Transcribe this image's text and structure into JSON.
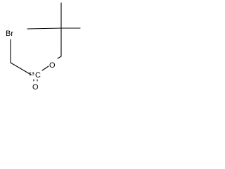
{
  "molecule": {
    "atoms": {
      "bromine": "Br",
      "ester_oxygen": "O",
      "carbonyl_oxygen": "O",
      "labeled_carbon_symbol": "C",
      "labeled_carbon_isotope": "13"
    }
  }
}
